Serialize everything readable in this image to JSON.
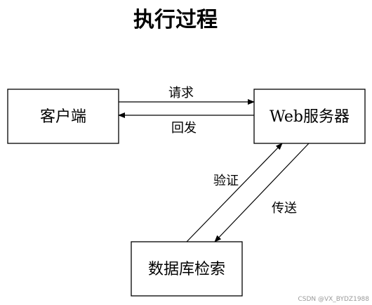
{
  "title": "执行过程",
  "nodes": {
    "client": "客户端",
    "web_server": "Web服务器",
    "database": "数据库检索"
  },
  "edges": {
    "request": "请求",
    "response": "回发",
    "verify": "验证",
    "transfer": "传送"
  },
  "watermark": "CSDN @VX_BYDZ1988",
  "colors": {
    "stroke": "#000000",
    "watermark": "#9a9a9a"
  }
}
